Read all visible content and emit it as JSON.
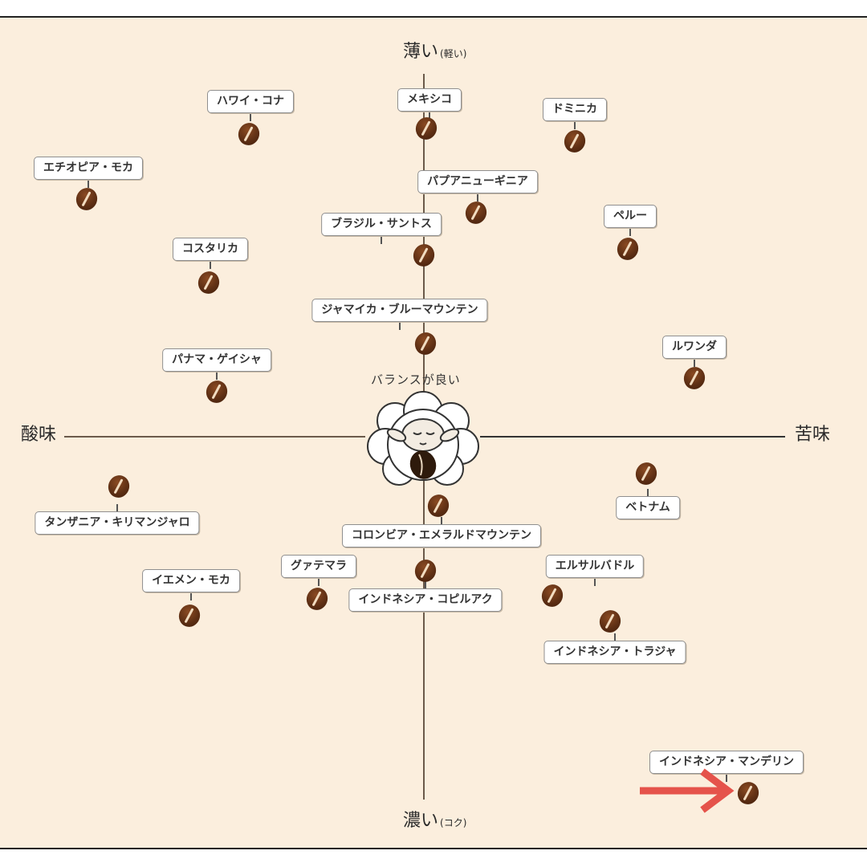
{
  "axes": {
    "top": {
      "label": "薄い",
      "sub": "(軽い)"
    },
    "bottom": {
      "label": "濃い",
      "sub": "(コク)"
    },
    "left": {
      "label": "酸味"
    },
    "right": {
      "label": "苦味"
    }
  },
  "center_label": "バランスが良い",
  "items": [
    {
      "name": "ハワイ・コナ"
    },
    {
      "name": "メキシコ"
    },
    {
      "name": "ドミニカ"
    },
    {
      "name": "エチオピア・モカ"
    },
    {
      "name": "パプアニューギニア"
    },
    {
      "name": "ペルー"
    },
    {
      "name": "ブラジル・サントス"
    },
    {
      "name": "コスタリカ"
    },
    {
      "name": "ジャマイカ・ブルーマウンテン"
    },
    {
      "name": "ルワンダ"
    },
    {
      "name": "パナマ・ゲイシャ"
    },
    {
      "name": "タンザニア・キリマンジャロ"
    },
    {
      "name": "ベトナム"
    },
    {
      "name": "コロンビア・エメラルドマウンテン"
    },
    {
      "name": "グァテマラ"
    },
    {
      "name": "エルサルバドル"
    },
    {
      "name": "イエメン・モカ"
    },
    {
      "name": "インドネシア・コピルアク"
    },
    {
      "name": "インドネシア・トラジャ"
    },
    {
      "name": "インドネシア・マンデリン"
    }
  ],
  "colors": {
    "background": "#fbeedd",
    "bean": "#5e2f14",
    "arrow": "#e5534b"
  }
}
